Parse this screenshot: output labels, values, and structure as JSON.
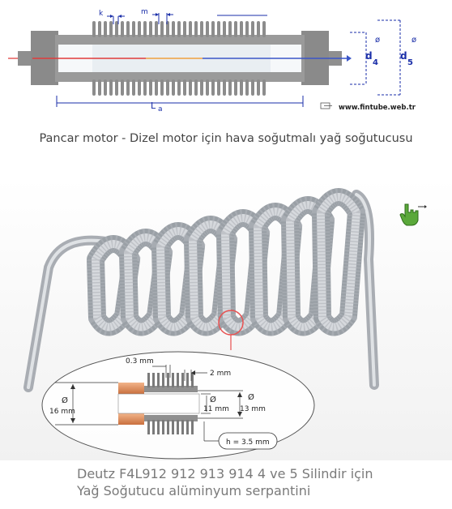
{
  "diagram_top": {
    "k_label": "k",
    "m_label": "m",
    "d4_label": "d",
    "d4_sub": "4",
    "d5_label": "d",
    "d5_sub": "5",
    "la_label": "L",
    "la_sub": "a",
    "website": "www.fintube.web.tr",
    "colors": {
      "tube": "#9a9a9a",
      "fins": "#8c8c8c",
      "flow_line": "#e03a3a",
      "dim_line": "#1a2ea8"
    }
  },
  "caption_top": "Pancar motor - Dizel motor için hava soğutmalı yağ soğutucusu",
  "photo": {
    "cursor_icon": "hand-pointer-icon",
    "detail": {
      "d16_sym": "Ø",
      "d16_val": "16 mm",
      "gap_small": "0.3 mm",
      "gap_big": "2  mm",
      "d11_sym": "Ø",
      "d11_val": "11 mm",
      "d13_sym": "Ø",
      "d13_val": "13  mm",
      "h_label": "h =  3.5 mm"
    },
    "colors": {
      "coil": "#b8bcc2",
      "flange": "#d98a52",
      "highlight": "#e85050"
    }
  },
  "caption_bottom": {
    "line1": "Deutz F4L912 912 913 914 4 ve 5 Silindir için",
    "line2": "Yağ Soğutucu alüminyum serpantini"
  }
}
